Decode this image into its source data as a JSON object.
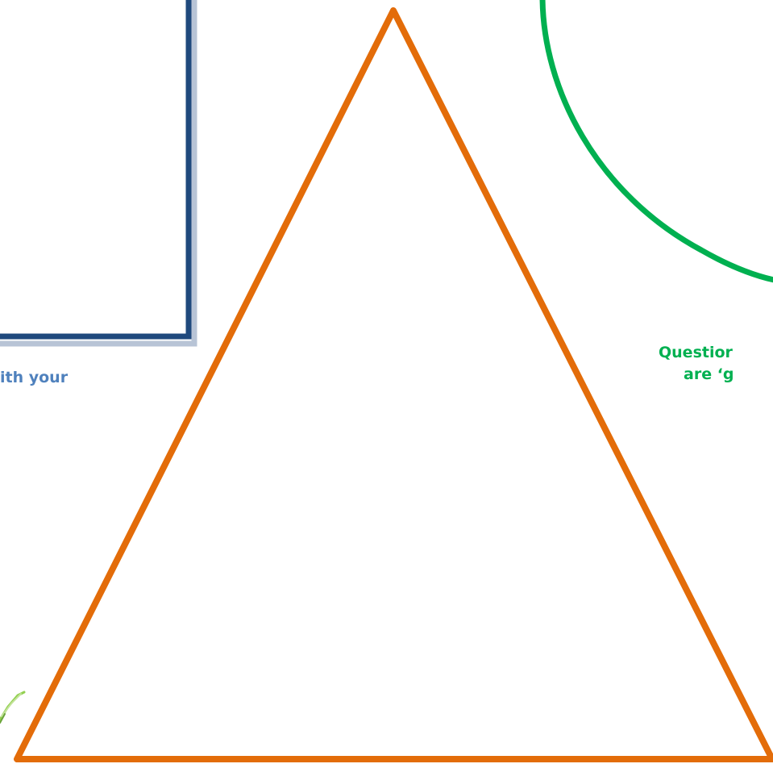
{
  "captions": {
    "left": "ith your",
    "right_line1": "Questior",
    "right_line2": "are ‘g"
  },
  "colors": {
    "square_border": "#1f497d",
    "square_shadow": "#b8c4d6",
    "triangle_stroke": "#e36c09",
    "circle_stroke": "#00b050",
    "left_caption": "#4f81bd",
    "right_caption": "#00b050",
    "doodle": "#92d050"
  },
  "shapes": [
    "blue-square",
    "orange-triangle",
    "green-circle",
    "green-pencil-doodle"
  ]
}
